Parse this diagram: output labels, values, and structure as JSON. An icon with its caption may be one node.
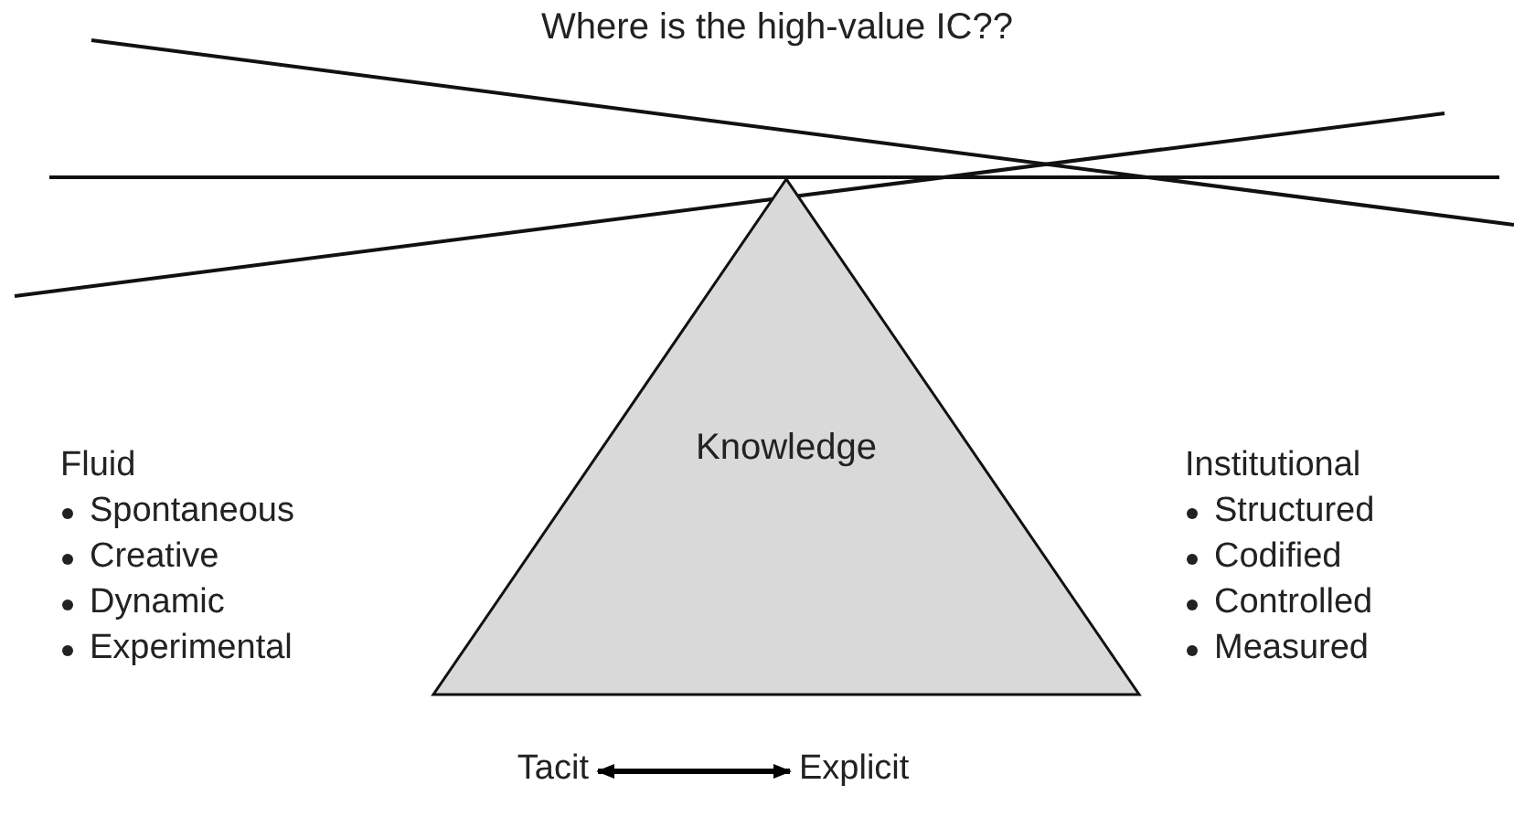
{
  "diagram": {
    "title": "Where is the high-value IC??",
    "nodes": [
      {
        "text": [
          "Knowledge"
        ]
      },
      {
        "text": [
          "Tacit"
        ]
      },
      {
        "text": [
          "Explicit"
        ]
      }
    ],
    "edges": [
      {
        "from": 1,
        "to": 2,
        "arrow": "both"
      }
    ],
    "labels": [
      "Fluid",
      "Spontaneous",
      "Creative",
      "Dynamic",
      "Experimental",
      "Institutional",
      "Structured",
      "Codified",
      "Controlled",
      "Measured"
    ]
  }
}
